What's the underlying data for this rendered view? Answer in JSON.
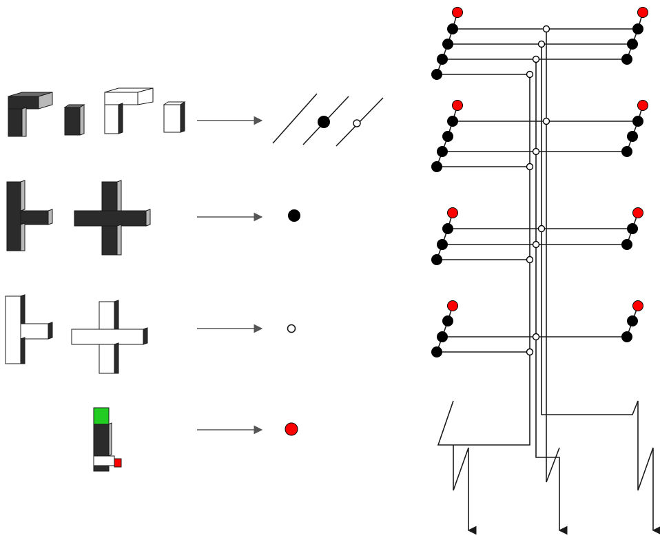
{
  "colors": {
    "black_node": "#000000",
    "white_node": "#ffffff",
    "red_node": "#ff0000",
    "green_block": "#22cc22",
    "dark_block": "#2b2b2b",
    "arrow": "#555555"
  },
  "legend": {
    "rows": [
      {
        "id": "wire",
        "symbol": "diagonal-wire-with-nodes"
      },
      {
        "id": "black-junction",
        "symbol": "black-node"
      },
      {
        "id": "white-junction",
        "symbol": "white-node"
      },
      {
        "id": "red-endpoint",
        "symbol": "red-node"
      }
    ]
  },
  "network": {
    "groups": 4,
    "outputs": 3
  }
}
